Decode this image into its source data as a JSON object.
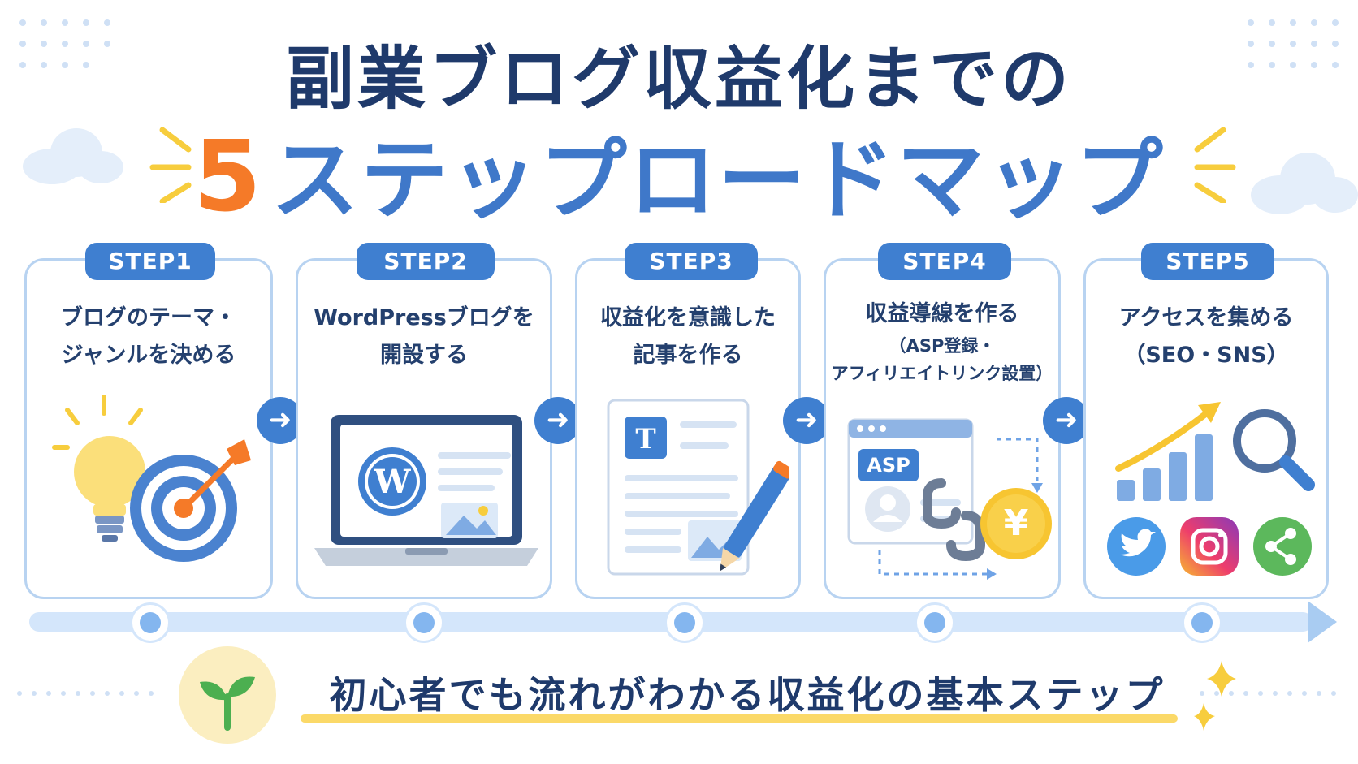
{
  "title": {
    "line1": "副業ブログ収益化までの",
    "number": "5",
    "line2": "ステップロードマップ"
  },
  "steps": [
    {
      "label": "STEP1",
      "text_line1": "ブログのテーマ・",
      "text_line2": "ジャンルを決める"
    },
    {
      "label": "STEP2",
      "text_line1": "WordPressブログを",
      "text_line2": "開設する"
    },
    {
      "label": "STEP3",
      "text_line1": "収益化を意識した",
      "text_line2": "記事を作る"
    },
    {
      "label": "STEP4",
      "text_line1": "収益導線を作る",
      "text_line2": "（ASP登録・",
      "text_line3": "アフィリエイトリンク設置）"
    },
    {
      "label": "STEP5",
      "text_line1": "アクセスを集める",
      "text_line2": "（SEO・SNS）"
    }
  ],
  "icons": {
    "step1": [
      "lightbulb-icon",
      "target-icon"
    ],
    "step2": [
      "laptop-icon",
      "wordpress-icon"
    ],
    "step3": [
      "document-icon",
      "pencil-icon"
    ],
    "step4": [
      "asp-window-icon",
      "link-icon",
      "yen-coin-icon"
    ],
    "step5": [
      "growth-chart-icon",
      "magnifier-icon",
      "twitter-icon",
      "instagram-icon",
      "share-icon"
    ]
  },
  "badges": {
    "asp": "ASP",
    "yen": "¥",
    "doc_t": "T"
  },
  "footer": {
    "text": "初心者でも流れがわかる収益化の基本ステップ"
  },
  "colors": {
    "navy": "#1f3a6b",
    "blue": "#3f7fd0",
    "orange": "#f57a28",
    "light_blue": "#b8d3f1",
    "yellow": "#fbd968"
  }
}
